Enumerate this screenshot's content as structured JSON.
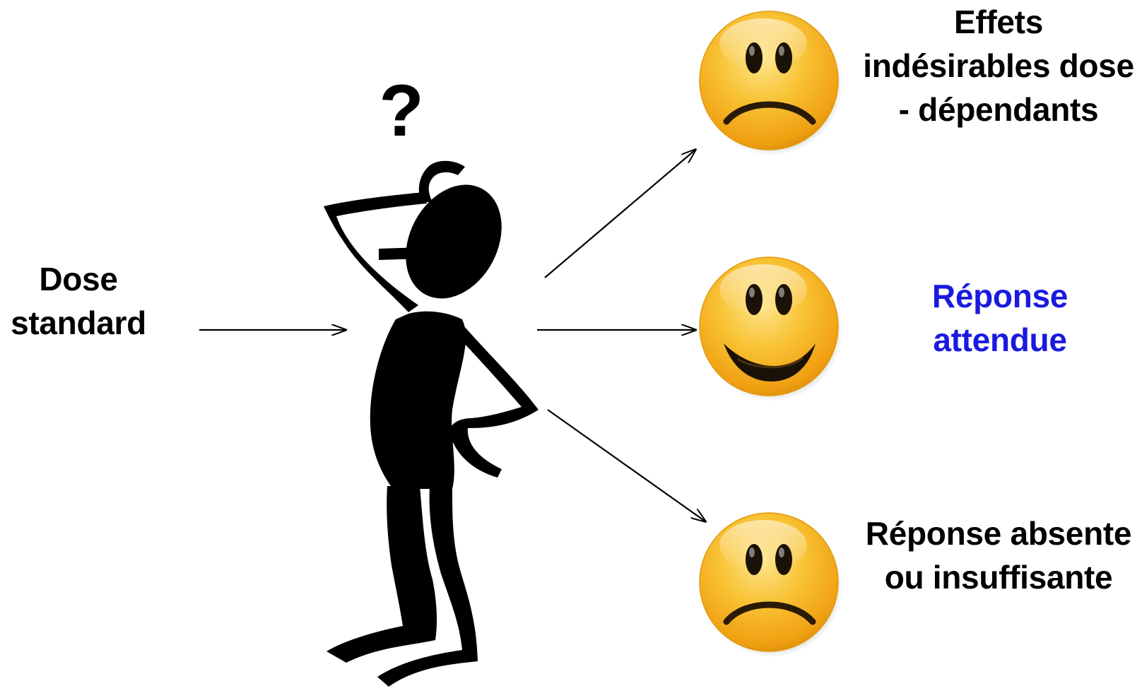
{
  "diagram": {
    "input": {
      "lines": [
        "Dose",
        "standard"
      ]
    },
    "outcomes": [
      {
        "id": "adverse-effects",
        "lines": [
          "Effets",
          "indésirables dose",
          "- dépendants"
        ],
        "face": "sad-face-icon",
        "text_color": "#000000"
      },
      {
        "id": "expected-response",
        "lines": [
          "Réponse",
          "attendue"
        ],
        "face": "happy-face-icon",
        "text_color": "#1a1adf"
      },
      {
        "id": "no-response",
        "lines": [
          "Réponse absente",
          "ou insuffisante"
        ],
        "face": "sad-face-icon",
        "text_color": "#000000"
      }
    ],
    "center_figure": {
      "icon": "thinking-person-icon",
      "symbol": "?"
    },
    "colors": {
      "face_light": "#fde58a",
      "face_mid": "#f6b31f",
      "face_dark": "#d98a05",
      "arrow": "#000000",
      "accent_text": "#1a1adf"
    }
  }
}
